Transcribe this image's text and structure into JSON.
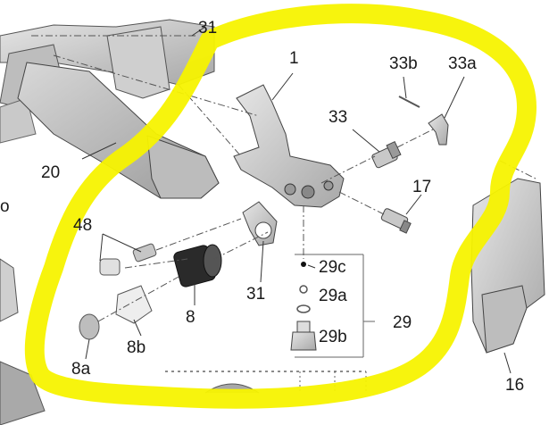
{
  "diagram": {
    "type": "exploded-parts-diagram",
    "highlight_color": "#f7f300",
    "labels": {
      "partial_top": "31",
      "p1": "1",
      "p33b": "33b",
      "p33a": "33a",
      "p33": "33",
      "p20": "20",
      "p17": "17",
      "p48": "48",
      "p29c": "29c",
      "p29a": "29a",
      "p29b": "29b",
      "p29": "29",
      "p31": "31",
      "p8": "8",
      "p8b": "8b",
      "p8a": "8a",
      "p16": "16",
      "partial_left": "o"
    }
  }
}
